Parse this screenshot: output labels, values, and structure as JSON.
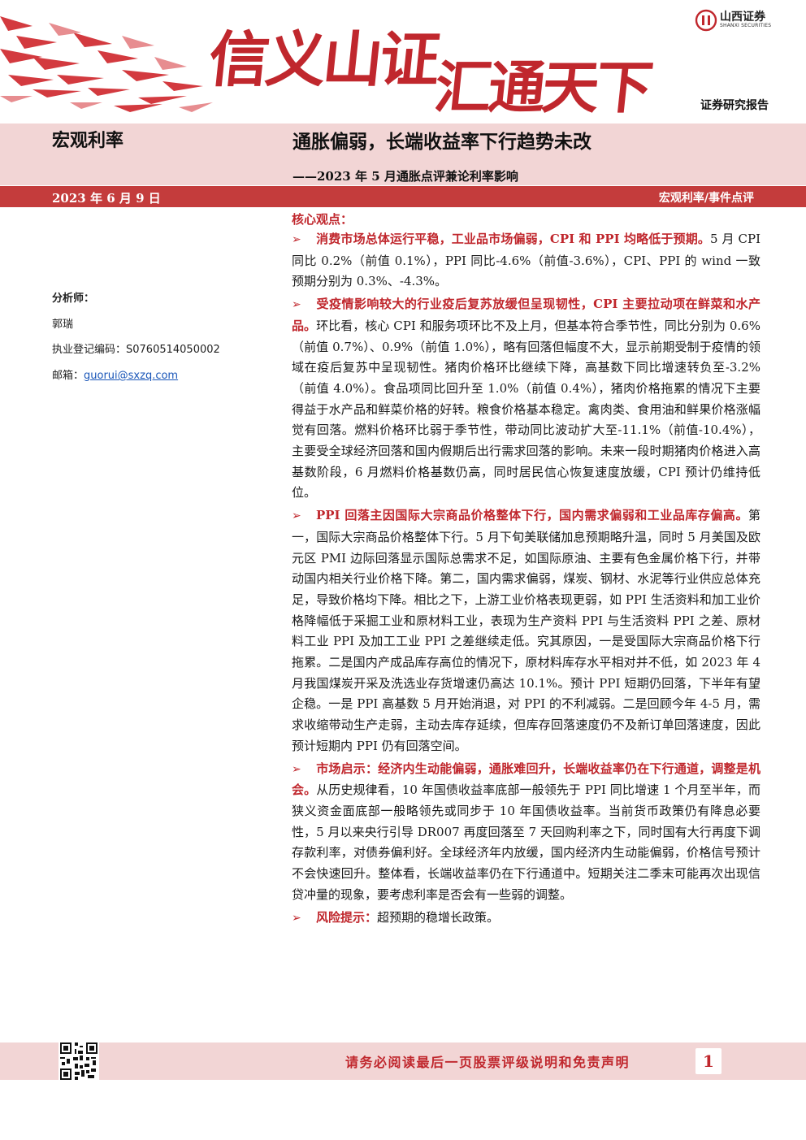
{
  "header": {
    "slogan_line1": "信义山证",
    "slogan_line2": "汇通天下",
    "company_name": "山西证券",
    "company_name_en": "SHANXI SECURITIES",
    "report_type": "证券研究报告",
    "brand_color": "#c0272d"
  },
  "title_band": {
    "category": "宏观利率",
    "title": "通胀偏弱，长端收益率下行趋势未改",
    "subtitle": "——2023 年 5 月通胀点评兼论利率影响",
    "date": "2023 年 6 月 9 日",
    "tag": "宏观利率/事件点评"
  },
  "sidebar": {
    "analyst_label": "分析师：",
    "analyst_name": "郭瑞",
    "registration_label": "执业登记编码：",
    "registration_code": "S0760514050002",
    "email_label": "邮箱：",
    "email": "guorui@sxzq.com"
  },
  "body": {
    "core_title": "核心观点：",
    "bullet_glyph": "➢",
    "sections": [
      {
        "heading": "消费市场总体运行平稳，工业品市场偏弱，CPI 和 PPI 均略低于预期。",
        "text": "5 月 CPI 同比 0.2%（前值 0.1%），PPI 同比-4.6%（前值-3.6%），CPI、PPI 的 wind 一致预期分别为 0.3%、-4.3%。"
      },
      {
        "heading": "受疫情影响较大的行业疫后复苏放缓但呈现韧性，CPI 主要拉动项在鲜菜和水产品。",
        "text": "环比看，核心 CPI 和服务项环比不及上月，但基本符合季节性，同比分别为 0.6%（前值 0.7%）、0.9%（前值 1.0%），略有回落但幅度不大，显示前期受制于疫情的领域在疫后复苏中呈现韧性。猪肉价格环比继续下降，高基数下同比增速转负至-3.2%（前值 4.0%）。食品项同比回升至 1.0%（前值 0.4%），猪肉价格拖累的情况下主要得益于水产品和鲜菜价格的好转。粮食价格基本稳定。禽肉类、食用油和鲜果价格涨幅觉有回落。燃料价格环比弱于季节性，带动同比波动扩大至-11.1%（前值-10.4%），主要受全球经济回落和国内假期后出行需求回落的影响。未来一段时期猪肉价格进入高基数阶段，6 月燃料价格基数仍高，同时居民信心恢复速度放缓，CPI 预计仍维持低位。"
      },
      {
        "heading": "PPI 回落主因国际大宗商品价格整体下行，国内需求偏弱和工业品库存偏高。",
        "text": "第一，国际大宗商品价格整体下行。5 月下旬美联储加息预期略升温，同时 5 月美国及欧元区 PMI 边际回落显示国际总需求不足，如国际原油、主要有色金属价格下行，并带动国内相关行业价格下降。第二，国内需求偏弱，煤炭、钢材、水泥等行业供应总体充足，导致价格均下降。相比之下，上游工业价格表现更弱，如 PPI 生活资料和加工业价格降幅低于采掘工业和原材料工业，表现为生产资料 PPI 与生活资料 PPI 之差、原材料工业 PPI 及加工工业 PPI 之差继续走低。究其原因，一是受国际大宗商品价格下行拖累。二是国内产成品库存高位的情况下，原材料库存水平相对并不低，如 2023 年 4 月我国煤炭开采及洗选业存货增速仍高达 10.1%。预计 PPI 短期仍回落，下半年有望企稳。一是 PPI 高基数 5 月开始消退，对 PPI 的不利减弱。二是回顾今年 4-5 月，需求收缩带动生产走弱，主动去库存延续，但库存回落速度仍不及新订单回落速度，因此预计短期内 PPI 仍有回落空间。"
      },
      {
        "heading": "市场启示：经济内生动能偏弱，通胀难回升，长端收益率仍在下行通道，调整是机会。",
        "text": "从历史规律看，10 年国债收益率底部一般领先于 PPI 同比增速 1 个月至半年，而狭义资金面底部一般略领先或同步于 10 年国债收益率。当前货币政策仍有降息必要性，5 月以来央行引导 DR007 再度回落至 7 天回购利率之下，同时国有大行再度下调存款利率，对债券偏利好。全球经济年内放缓，国内经济内生动能偏弱，价格信号预计不会快速回升。整体看，长端收益率仍在下行通道中。短期关注二季末可能再次出现信贷冲量的现象，要考虑利率是否会有一些弱的调整。"
      },
      {
        "heading": "风险提示：",
        "text": "超预期的稳增长政策。"
      }
    ]
  },
  "footer": {
    "disclaimer": "请务必阅读最后一页股票评级说明和免责声明",
    "page_number": "1"
  }
}
